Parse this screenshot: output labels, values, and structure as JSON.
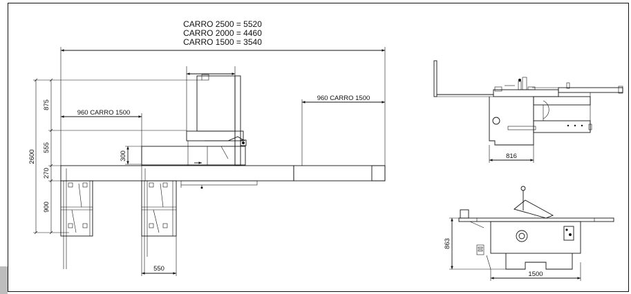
{
  "carriage_lengths": [
    "CARRO 2500 = 5520",
    "CARRO 2000 = 4460",
    "CARRO 1500 = 3540"
  ],
  "plan_view": {
    "dim_960_left": "960 CARRO 1500",
    "dim_960_right": "960 CARRO 1500",
    "dim_300": "300",
    "dim_550": "550",
    "height_total": "2600",
    "height_875": "875",
    "height_555": "555",
    "height_270": "270",
    "height_900": "900"
  },
  "side_view": {
    "width_label": "816"
  },
  "front_view": {
    "width_label": "1500",
    "height_label": "863"
  }
}
